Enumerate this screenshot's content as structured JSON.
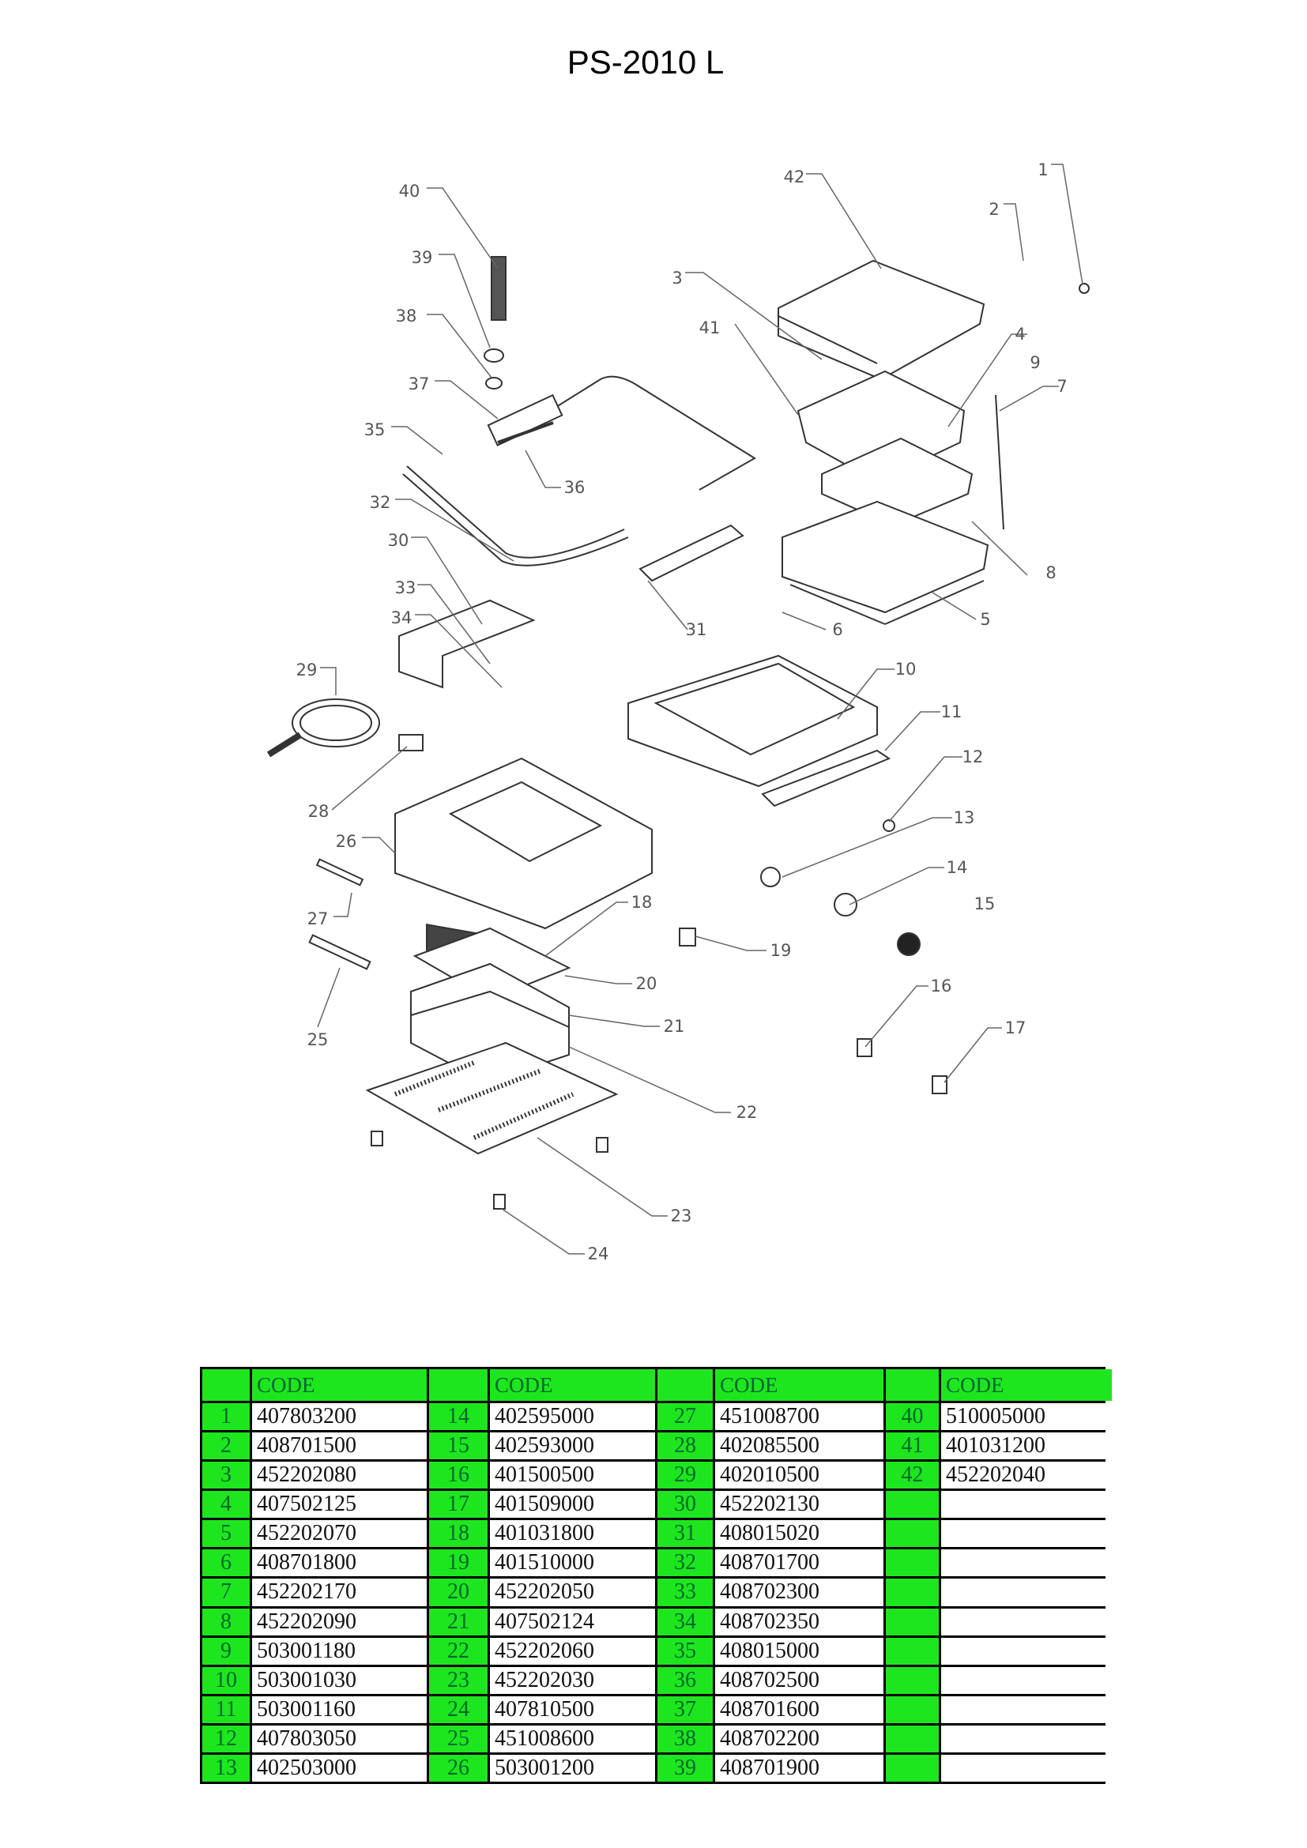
{
  "title": "PS-2010 L",
  "callouts": [
    "1",
    "2",
    "3",
    "4",
    "5",
    "6",
    "7",
    "8",
    "9",
    "10",
    "11",
    "12",
    "13",
    "14",
    "15",
    "16",
    "17",
    "18",
    "19",
    "20",
    "21",
    "22",
    "23",
    "24",
    "25",
    "26",
    "27",
    "28",
    "29",
    "30",
    "31",
    "32",
    "33",
    "34",
    "35",
    "36",
    "37",
    "38",
    "39",
    "40",
    "41",
    "42"
  ],
  "table": {
    "header": "CODE",
    "groups": [
      [
        [
          "1",
          "407803200"
        ],
        [
          "2",
          "408701500"
        ],
        [
          "3",
          "452202080"
        ],
        [
          "4",
          "407502125"
        ],
        [
          "5",
          "452202070"
        ],
        [
          "6",
          "408701800"
        ],
        [
          "7",
          "452202170"
        ],
        [
          "8",
          "452202090"
        ],
        [
          "9",
          "503001180"
        ],
        [
          "10",
          "503001030"
        ],
        [
          "11",
          "503001160"
        ],
        [
          "12",
          "407803050"
        ],
        [
          "13",
          "402503000"
        ]
      ],
      [
        [
          "14",
          "402595000"
        ],
        [
          "15",
          "402593000"
        ],
        [
          "16",
          "401500500"
        ],
        [
          "17",
          "401509000"
        ],
        [
          "18",
          "401031800"
        ],
        [
          "19",
          "401510000"
        ],
        [
          "20",
          "452202050"
        ],
        [
          "21",
          "407502124"
        ],
        [
          "22",
          "452202060"
        ],
        [
          "23",
          "452202030"
        ],
        [
          "24",
          "407810500"
        ],
        [
          "25",
          "451008600"
        ],
        [
          "26",
          "503001200"
        ]
      ],
      [
        [
          "27",
          "451008700"
        ],
        [
          "28",
          "402085500"
        ],
        [
          "29",
          "402010500"
        ],
        [
          "30",
          "452202130"
        ],
        [
          "31",
          "408015020"
        ],
        [
          "32",
          "408701700"
        ],
        [
          "33",
          "408702300"
        ],
        [
          "34",
          "408702350"
        ],
        [
          "35",
          "408015000"
        ],
        [
          "36",
          "408702500"
        ],
        [
          "37",
          "408701600"
        ],
        [
          "38",
          "408702200"
        ],
        [
          "39",
          "408701900"
        ]
      ],
      [
        [
          "40",
          "510005000"
        ],
        [
          "41",
          "401031200"
        ],
        [
          "42",
          "452202040"
        ],
        [
          "",
          ""
        ],
        [
          "",
          ""
        ],
        [
          "",
          ""
        ],
        [
          "",
          ""
        ],
        [
          "",
          ""
        ],
        [
          "",
          ""
        ],
        [
          "",
          ""
        ],
        [
          "",
          ""
        ],
        [
          "",
          ""
        ],
        [
          "",
          ""
        ]
      ]
    ]
  }
}
